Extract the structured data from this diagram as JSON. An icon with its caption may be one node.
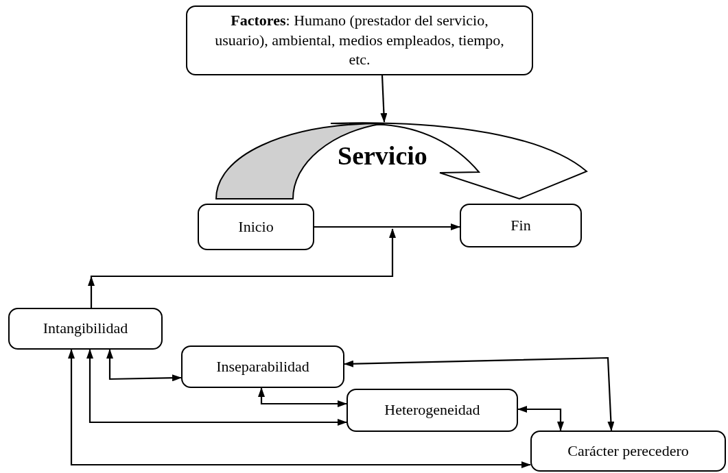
{
  "diagram": {
    "nodes": [
      {
        "text": [
          "**Factores**: Humano (prestador del servicio, usuario), ambiental, medios empleados, tiempo, etc."
        ]
      },
      {
        "text": [
          "Servicio"
        ]
      },
      {
        "text": [
          "Inicio"
        ]
      },
      {
        "text": [
          "Fin"
        ]
      },
      {
        "text": [
          "Intangibilidad"
        ]
      },
      {
        "text": [
          "Inseparabilidad"
        ]
      },
      {
        "text": [
          "Heterogeneidad"
        ]
      },
      {
        "text": [
          "Carácter perecedero"
        ]
      }
    ],
    "edges": [
      {
        "from": 0,
        "to": 1,
        "arrow": "to"
      },
      {
        "from": 2,
        "to": 3,
        "arrow": "to"
      },
      {
        "from": 4,
        "to": null,
        "arrow": "to"
      },
      {
        "from": 4,
        "to": 5,
        "arrow": "both"
      },
      {
        "from": 4,
        "to": 6,
        "arrow": "both"
      },
      {
        "from": 4,
        "to": 7,
        "arrow": "both"
      },
      {
        "from": 5,
        "to": 6,
        "arrow": "both"
      },
      {
        "from": 5,
        "to": 7,
        "arrow": "both"
      },
      {
        "from": 6,
        "to": 7,
        "arrow": "both"
      }
    ]
  }
}
